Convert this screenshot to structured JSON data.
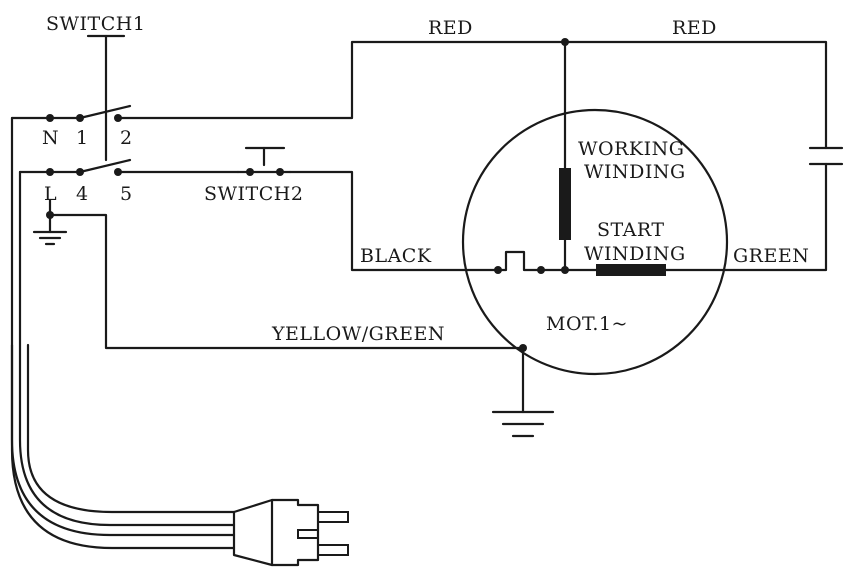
{
  "labels": {
    "switch1": "SWITCH1",
    "switch2": "SWITCH2",
    "terminal_n": "N",
    "terminal_1": "1",
    "terminal_2": "2",
    "terminal_l": "L",
    "terminal_4": "4",
    "terminal_5": "5",
    "red_left": "RED",
    "red_right": "RED",
    "working_winding_line1": "WORKING",
    "working_winding_line2": "WINDING",
    "start_winding_line1": "START",
    "start_winding_line2": "WINDING",
    "black": "BLACK",
    "green": "GREEN",
    "yellow_green": "YELLOW/GREEN",
    "motor": "MOT.1~"
  },
  "colors": {
    "ink": "#1a1a1a",
    "background": "#ffffff"
  }
}
